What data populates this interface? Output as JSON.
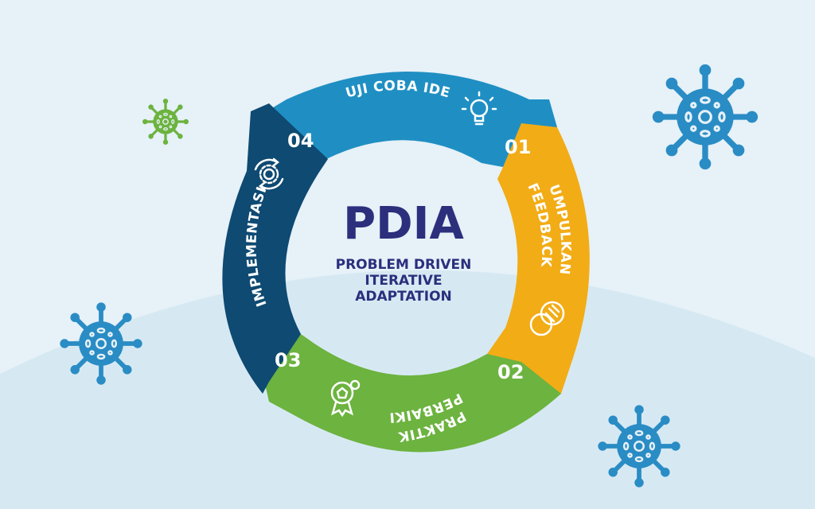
{
  "diagram": {
    "title": "PDIA",
    "subtitle_lines": [
      "PROBLEM DRIVEN",
      "ITERATIVE",
      "ADAPTATION"
    ],
    "steps": [
      {
        "number": "01",
        "label": "UJI COBA IDE",
        "icon": "lightbulb-icon",
        "color": "#1f8fc3"
      },
      {
        "number": "02",
        "label_lines": [
          "KUMPULKAN",
          "FEEDBACK"
        ],
        "icon": "chat-bubbles-icon",
        "color": "#f2ac16"
      },
      {
        "number": "03",
        "label_lines": [
          "PERBAIKI",
          "PRAKTIK"
        ],
        "icon": "award-badge-icon",
        "color": "#6cb33f"
      },
      {
        "number": "04",
        "label": "IMPLEMENTASI",
        "icon": "gear-cycle-icon",
        "color": "#0e4a72"
      }
    ]
  },
  "decorations": {
    "virus_icons": [
      "virus-icon",
      "virus-icon",
      "virus-icon",
      "virus-icon"
    ],
    "colors": {
      "virus_blue": "#2a8cc4",
      "virus_green": "#6cb33f",
      "background": "#e6f1f8"
    }
  }
}
